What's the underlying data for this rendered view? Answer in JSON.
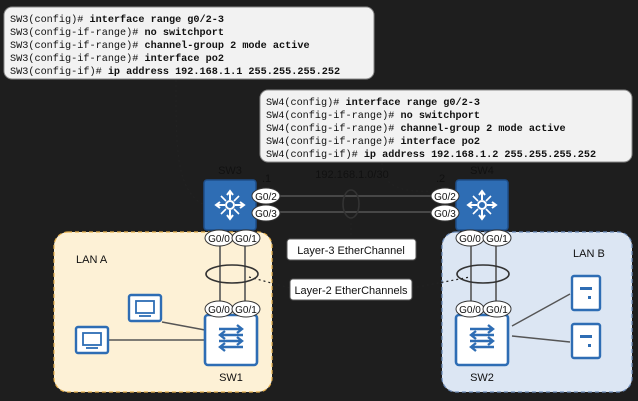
{
  "cli_sw3": {
    "lines": [
      {
        "prompt": "SW3(config)#",
        "cmd": " interface range g0/2-3"
      },
      {
        "prompt": "SW3(config-if-range)#",
        "cmd": " no switchport"
      },
      {
        "prompt": "SW3(config-if-range)#",
        "cmd": " channel-group 2 mode active"
      },
      {
        "prompt": "SW3(config-if-range)#",
        "cmd": " interface po2"
      },
      {
        "prompt": "SW3(config-if)#",
        "cmd": " ip address 192.168.1.1 255.255.255.252"
      }
    ]
  },
  "cli_sw4": {
    "lines": [
      {
        "prompt": "SW4(config)#",
        "cmd": " interface range g0/2-3"
      },
      {
        "prompt": "SW4(config-if-range)#",
        "cmd": " no switchport"
      },
      {
        "prompt": "SW4(config-if-range)#",
        "cmd": " channel-group 2 mode active"
      },
      {
        "prompt": "SW4(config-if-range)#",
        "cmd": " interface po2"
      },
      {
        "prompt": "SW4(config-if)#",
        "cmd": " ip address 192.168.1.2 255.255.255.252"
      }
    ]
  },
  "sw3": {
    "name": "SW3",
    "host": ".1",
    "ports": {
      "g02": "G0/2",
      "g03": "G0/3",
      "g00": "G0/0",
      "g01": "G0/1"
    }
  },
  "sw4": {
    "name": "SW4",
    "host": ".2",
    "ports": {
      "g02": "G0/2",
      "g03": "G0/3",
      "g00": "G0/0",
      "g01": "G0/1"
    }
  },
  "sw1": {
    "name": "SW1",
    "ports": {
      "g00": "G0/0",
      "g01": "G0/1"
    }
  },
  "sw2": {
    "name": "SW2",
    "ports": {
      "g00": "G0/0",
      "g01": "G0/1"
    }
  },
  "subnet": "192.168.1.0/30",
  "lan_a": "LAN A",
  "lan_b": "LAN B",
  "callouts": {
    "l3": "Layer-3 EtherChannel",
    "l2": "Layer-2 EtherChannels"
  },
  "colors": {
    "background": "#1e1e1e",
    "cli_box": "#f2f2f2",
    "device_blue": "#2e6db4",
    "lan_a_fill": "#fdf1d6",
    "lan_a_border": "#e9b24d",
    "lan_b_fill": "#dce6f3",
    "lan_b_border": "#6f8fbd"
  }
}
